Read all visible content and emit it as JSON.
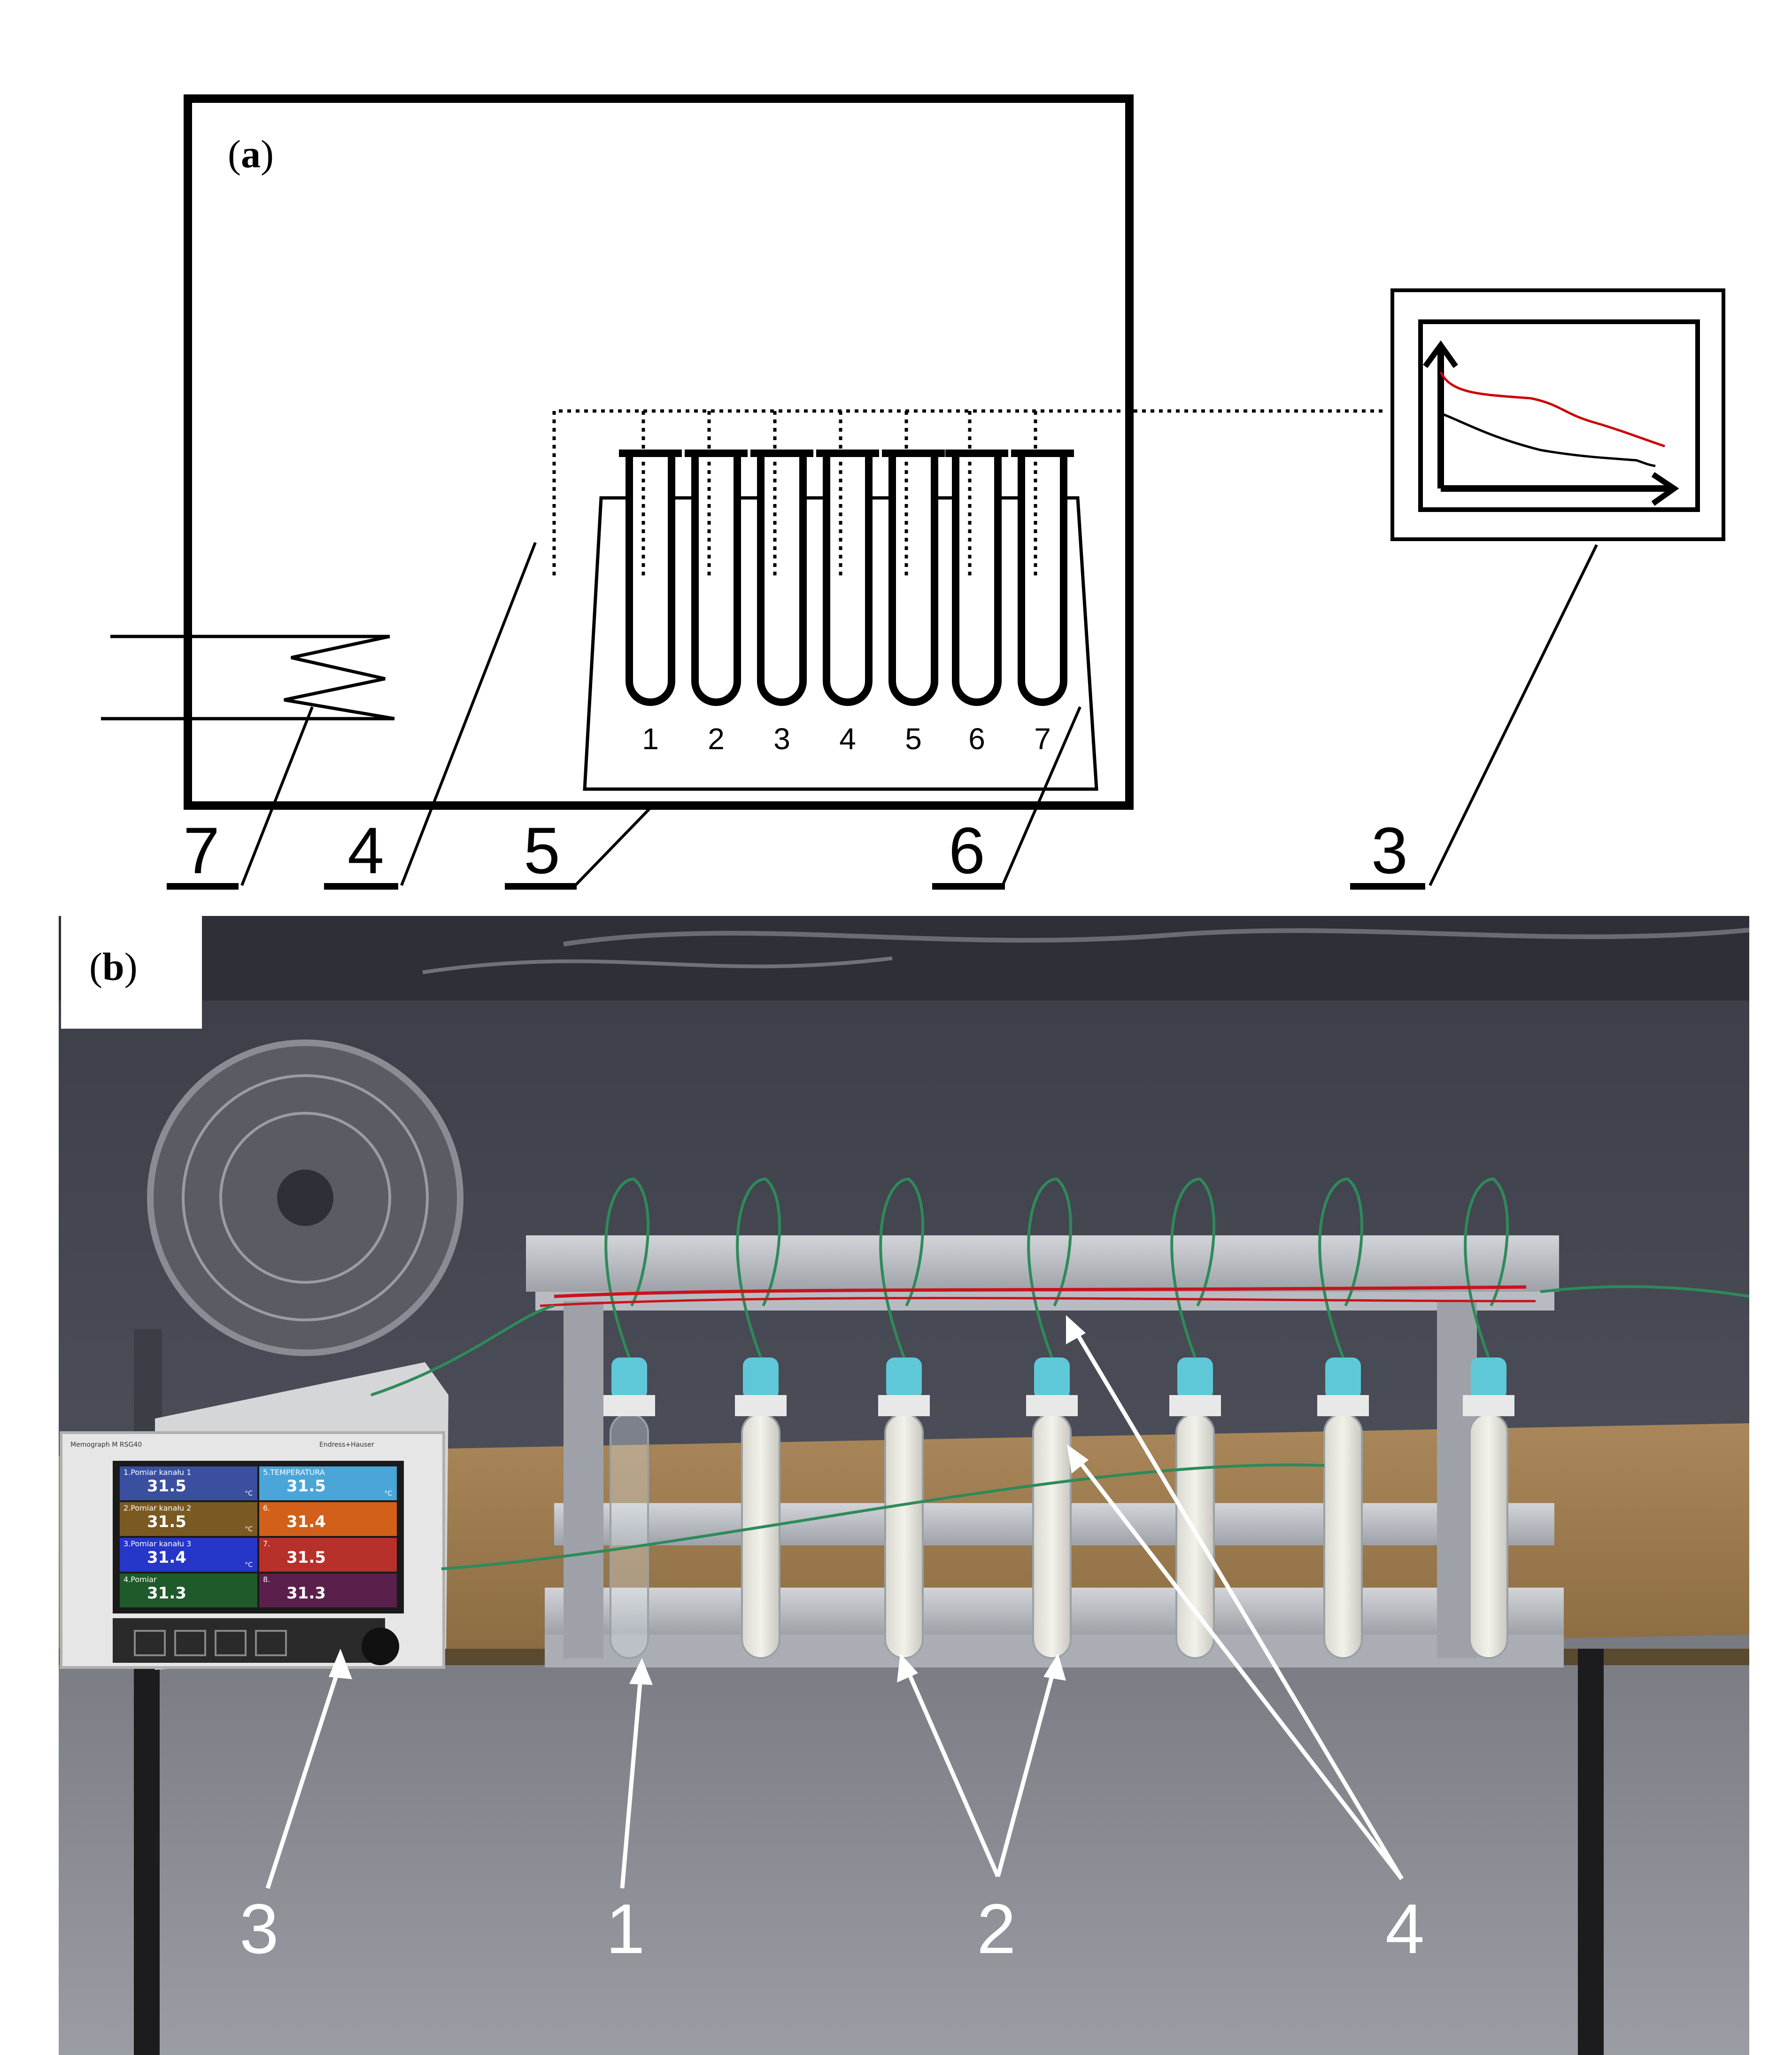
{
  "panel_a": {
    "label_letter": "a",
    "tube_numbers": [
      "1",
      "2",
      "3",
      "4",
      "5",
      "6",
      "7"
    ],
    "callouts": [
      "7",
      "4",
      "5",
      "6",
      "3"
    ],
    "plot_colors": {
      "upper": "#cc0000",
      "lower": "#000000"
    }
  },
  "panel_b": {
    "label_letter": "b",
    "recorder": {
      "brand_left": "Memograph M RSG40",
      "brand_right": "Endress+Hauser",
      "channels": [
        {
          "name": "1.Pomiar kanału 1",
          "value": "31.5",
          "unit": "°C",
          "color": "#3a4fa0"
        },
        {
          "name": "5.TEMPERATURA",
          "value": "31.5",
          "unit": "°C",
          "color": "#4aa6d8"
        },
        {
          "name": "2.Pomiar kanału 2",
          "value": "31.5",
          "unit": "°C",
          "color": "#7a5a22"
        },
        {
          "name": "6.",
          "value": "31.4",
          "unit": "",
          "color": "#d2601a"
        },
        {
          "name": "3.Pomiar kanału 3",
          "value": "31.4",
          "unit": "°C",
          "color": "#2636c8"
        },
        {
          "name": "7.",
          "value": "31.5",
          "unit": "",
          "color": "#b8302a"
        },
        {
          "name": "4.Pomiar",
          "value": "31.3",
          "unit": "",
          "color": "#1f5a2a"
        },
        {
          "name": "8.",
          "value": "31.3",
          "unit": "",
          "color": "#5a1f4a"
        }
      ]
    },
    "callouts": [
      "3",
      "1",
      "2",
      "4"
    ]
  }
}
